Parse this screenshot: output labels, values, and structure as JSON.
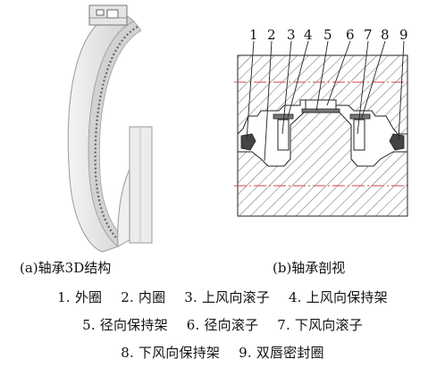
{
  "captions": {
    "a": "(a)轴承3D结构",
    "b": "(b)轴承剖视"
  },
  "part_numbers": [
    "1",
    "2",
    "3",
    "4",
    "5",
    "6",
    "7",
    "8",
    "9"
  ],
  "legend": {
    "line1": [
      "1. 外圈",
      "2. 内圈",
      "3. 上风向滚子",
      "4. 上风向保持架"
    ],
    "line2": [
      "5. 径向保持架",
      "6. 径向滚子",
      "7. 下风向滚子"
    ],
    "line3": [
      "8. 下风向保持架",
      "9. 双唇密封圈"
    ]
  },
  "colors": {
    "line": "#222222",
    "center_line": "#d64545",
    "ring_surface": "#e6e6e6",
    "ring_edge": "#b5b5b5",
    "cage": "#777777",
    "hatch": "#555555"
  }
}
